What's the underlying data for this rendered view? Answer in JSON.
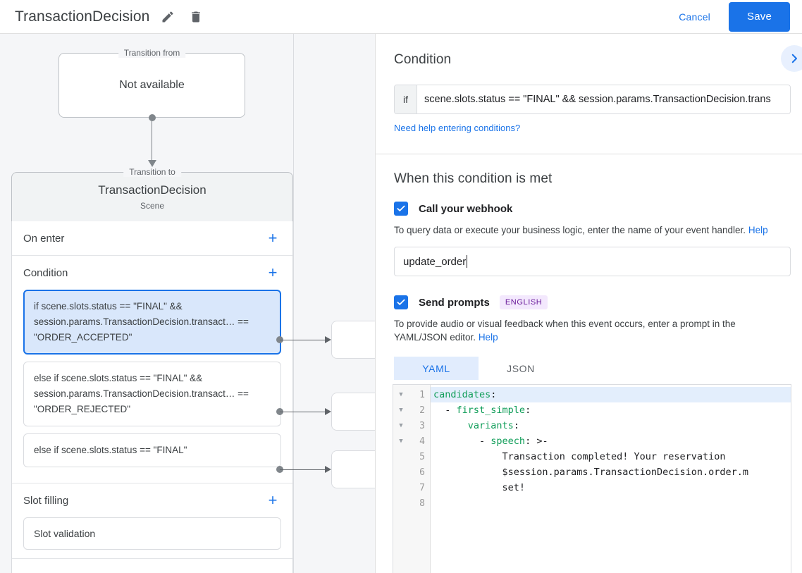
{
  "topbar": {
    "title": "TransactionDecision",
    "edit_icon": "pencil-icon",
    "delete_icon": "trash-icon",
    "cancel_label": "Cancel",
    "save_label": "Save"
  },
  "canvas": {
    "from": {
      "legend": "Transition from",
      "value": "Not available"
    },
    "to": {
      "legend": "Transition to",
      "title": "TransactionDecision",
      "subtitle": "Scene"
    },
    "sections": [
      {
        "title": "On enter",
        "add": "+",
        "items": []
      },
      {
        "title": "Condition",
        "add": "+",
        "items": [
          "if scene.slots.status == \"FINAL\" && session.params.TransactionDecision.transact… == \"ORDER_ACCEPTED\"",
          "else if scene.slots.status == \"FINAL\" && session.params.TransactionDecision.transact… == \"ORDER_REJECTED\"",
          "else if scene.slots.status == \"FINAL\""
        ]
      },
      {
        "title": "Slot filling",
        "add": "+",
        "items": [
          "Slot validation"
        ]
      }
    ]
  },
  "panel": {
    "condition_header": "Condition",
    "expand_icon": "chevron-right-icon",
    "if_label": "if",
    "condition_value": "scene.slots.status == \"FINAL\" && session.params.TransactionDecision.trans",
    "help_link": "Need help entering conditions?",
    "met_title": "When this condition is met",
    "webhook": {
      "checked": true,
      "label": "Call your webhook",
      "helper": "To query data or execute your business logic, enter the name of your event handler.",
      "helper_link": "Help",
      "value": "update_order"
    },
    "prompts": {
      "checked": true,
      "label": "Send prompts",
      "badge": "ENGLISH",
      "helper": "To provide audio or visual feedback when this event occurs, enter a prompt in the YAML/JSON editor.",
      "helper_link": "Help",
      "tabs": [
        {
          "label": "YAML",
          "active": true
        },
        {
          "label": "JSON",
          "active": false
        }
      ]
    },
    "editor": {
      "lines": [
        {
          "num": "1",
          "fold": true,
          "highlighted": true,
          "segments": [
            {
              "t": "candidates",
              "c": "k"
            },
            {
              "t": ":",
              "c": "p"
            }
          ]
        },
        {
          "num": "2",
          "fold": true,
          "highlighted": false,
          "segments": [
            {
              "t": "  - ",
              "c": "p"
            },
            {
              "t": "first_simple",
              "c": "k"
            },
            {
              "t": ":",
              "c": "p"
            }
          ]
        },
        {
          "num": "3",
          "fold": true,
          "highlighted": false,
          "segments": [
            {
              "t": "      ",
              "c": "p"
            },
            {
              "t": "variants",
              "c": "k"
            },
            {
              "t": ":",
              "c": "p"
            }
          ]
        },
        {
          "num": "4",
          "fold": true,
          "highlighted": false,
          "segments": [
            {
              "t": "        - ",
              "c": "p"
            },
            {
              "t": "speech",
              "c": "k"
            },
            {
              "t": ": >-",
              "c": "p"
            }
          ]
        },
        {
          "num": "5",
          "fold": false,
          "highlighted": false,
          "segments": [
            {
              "t": "            Transaction completed! Your reservation",
              "c": "p"
            }
          ]
        },
        {
          "num": "6",
          "fold": false,
          "highlighted": false,
          "segments": [
            {
              "t": "            $session.params.TransactionDecision.order.m",
              "c": "p"
            }
          ]
        },
        {
          "num": "7",
          "fold": false,
          "highlighted": false,
          "segments": [
            {
              "t": "            set!",
              "c": "p"
            }
          ]
        },
        {
          "num": "8",
          "fold": false,
          "highlighted": false,
          "segments": [
            {
              "t": "",
              "c": "p"
            }
          ]
        }
      ]
    }
  },
  "colors": {
    "accent": "#1a73e8",
    "canvas_bg": "#f5f6f8",
    "selected_cond_bg": "#d9e7fb",
    "badge_bg": "#f3e8fd",
    "badge_fg": "#6a1b9a",
    "yaml_key": "#0f9d58"
  }
}
